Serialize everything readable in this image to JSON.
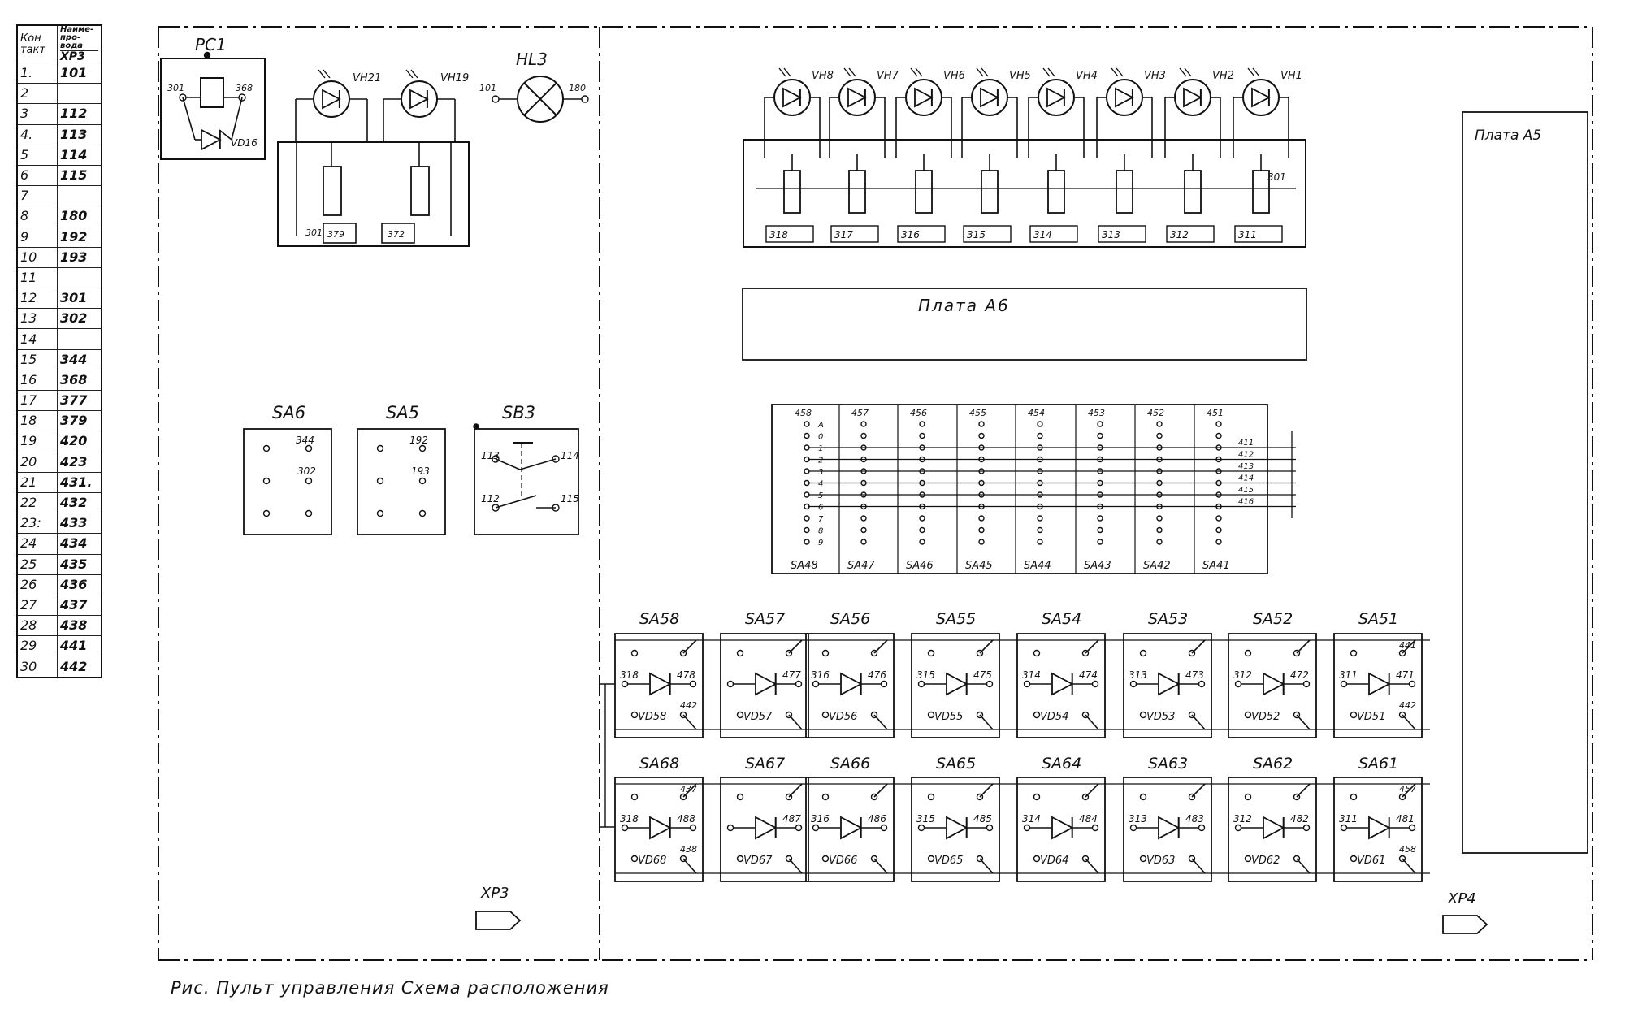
{
  "pin_table": {
    "header_contact": "Кон такт",
    "header_name": "Наиме-про-вода",
    "header_connector": "ХР3",
    "rows": [
      {
        "c": "1.",
        "w": "101"
      },
      {
        "c": "2",
        "w": ""
      },
      {
        "c": "3",
        "w": "112"
      },
      {
        "c": "4.",
        "w": "113"
      },
      {
        "c": "5",
        "w": "114"
      },
      {
        "c": "6",
        "w": "115"
      },
      {
        "c": "7",
        "w": ""
      },
      {
        "c": "8",
        "w": "180"
      },
      {
        "c": "9",
        "w": "192"
      },
      {
        "c": "10",
        "w": "193"
      },
      {
        "c": "11",
        "w": ""
      },
      {
        "c": "12",
        "w": "301"
      },
      {
        "c": "13",
        "w": "302"
      },
      {
        "c": "14",
        "w": ""
      },
      {
        "c": "15",
        "w": "344"
      },
      {
        "c": "16",
        "w": "368"
      },
      {
        "c": "17",
        "w": "377"
      },
      {
        "c": "18",
        "w": "379"
      },
      {
        "c": "19",
        "w": "420"
      },
      {
        "c": "20",
        "w": "423"
      },
      {
        "c": "21",
        "w": "431."
      },
      {
        "c": "22",
        "w": "432"
      },
      {
        "c": "23:",
        "w": "433"
      },
      {
        "c": "24",
        "w": "434"
      },
      {
        "c": "25",
        "w": "435"
      },
      {
        "c": "26",
        "w": "436"
      },
      {
        "c": "27",
        "w": "437"
      },
      {
        "c": "28",
        "w": "438"
      },
      {
        "c": "29",
        "w": "441"
      },
      {
        "c": "30",
        "w": "442"
      }
    ]
  },
  "left_panel": {
    "relay_label": "РС1",
    "relay_diode": "VD16",
    "relay_pins": [
      "301",
      "368"
    ],
    "led_labels": [
      "VH21",
      "VH19"
    ],
    "lamp_label": "HL3",
    "lamp_pins": [
      "101",
      "180"
    ],
    "board_pins": [
      "301",
      "379",
      "372"
    ],
    "switches": [
      {
        "name": "SA6",
        "pins": [
          "344",
          "302"
        ]
      },
      {
        "name": "SA5",
        "pins": [
          "192",
          "193"
        ]
      },
      {
        "name": "SB3",
        "pins": [
          "113",
          "114",
          "112",
          "115"
        ]
      }
    ],
    "connector": "ХР3"
  },
  "right_panel": {
    "leds": [
      "VH8",
      "VH7",
      "VH6",
      "VH5",
      "VH4",
      "VH3",
      "VH2",
      "VH1"
    ],
    "led_pins": [
      "318",
      "317",
      "316",
      "315",
      "314",
      "313",
      "312",
      "311"
    ],
    "led_extra_pin": "301",
    "board_a6": "Плата А6",
    "board_a5": "Плата А5",
    "decade_top": [
      "458",
      "457",
      "456",
      "455",
      "454",
      "453",
      "452",
      "451"
    ],
    "decade_bottom": [
      "SA48",
      "SA47",
      "SA46",
      "SA45",
      "SA44",
      "SA43",
      "SA42",
      "SA41"
    ],
    "decade_rows": [
      "A",
      "0",
      "1",
      "2",
      "3",
      "4",
      "5",
      "6",
      "7",
      "8",
      "9"
    ],
    "decade_outputs": [
      "411",
      "412",
      "413",
      "414",
      "415",
      "416"
    ],
    "row1": [
      {
        "sa": "SA58",
        "pin": "318",
        "out": "478",
        "vd": "VD58",
        "o2": "442"
      },
      {
        "sa": "SA57",
        "pin": "",
        "out": "477",
        "vd": "VD57",
        "o2": ""
      },
      {
        "sa": "SA56",
        "pin": "316",
        "out": "476",
        "vd": "VD56",
        "o2": ""
      },
      {
        "sa": "SA55",
        "pin": "315",
        "out": "475",
        "vd": "VD55",
        "o2": ""
      },
      {
        "sa": "SA54",
        "pin": "314",
        "out": "474",
        "vd": "VD54",
        "o2": ""
      },
      {
        "sa": "SA53",
        "pin": "313",
        "out": "473",
        "vd": "VD53",
        "o2": ""
      },
      {
        "sa": "SA52",
        "pin": "312",
        "out": "472",
        "vd": "VD52",
        "o2": ""
      },
      {
        "sa": "SA51",
        "pin": "311",
        "out": "471",
        "vd": "VD51",
        "o2": "442",
        "top": "441"
      }
    ],
    "row2": [
      {
        "sa": "SA68",
        "pin": "318",
        "out": "488",
        "vd": "VD68",
        "o2": "438",
        "top": "437"
      },
      {
        "sa": "SA67",
        "pin": "",
        "out": "487",
        "vd": "VD67",
        "o2": ""
      },
      {
        "sa": "SA66",
        "pin": "316",
        "out": "486",
        "vd": "VD66",
        "o2": ""
      },
      {
        "sa": "SA65",
        "pin": "315",
        "out": "485",
        "vd": "VD65",
        "o2": ""
      },
      {
        "sa": "SA64",
        "pin": "314",
        "out": "484",
        "vd": "VD64",
        "o2": ""
      },
      {
        "sa": "SA63",
        "pin": "313",
        "out": "483",
        "vd": "VD63",
        "o2": ""
      },
      {
        "sa": "SA62",
        "pin": "312",
        "out": "482",
        "vd": "VD62",
        "o2": ""
      },
      {
        "sa": "SA61",
        "pin": "311",
        "out": "481",
        "vd": "VD61",
        "o2": "458",
        "top": "457"
      }
    ],
    "connector": "ХР4"
  },
  "caption": "Рис. Пульт управления Схема расположения"
}
